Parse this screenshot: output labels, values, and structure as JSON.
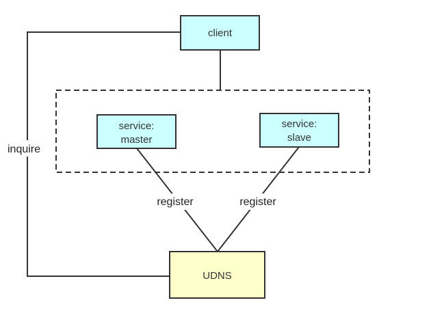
{
  "colors": {
    "service_fill": "#ccffff",
    "udns_fill": "#ffffcc",
    "stroke": "#333333",
    "background": "#ffffff"
  },
  "nodes": {
    "client": {
      "label": "client"
    },
    "master": {
      "line1": "service:",
      "line2": "master"
    },
    "slave": {
      "line1": "service:",
      "line2": "slave"
    },
    "udns": {
      "label": "UDNS"
    }
  },
  "edges": {
    "inquire": "inquire",
    "register_master": "register",
    "register_slave": "register"
  }
}
